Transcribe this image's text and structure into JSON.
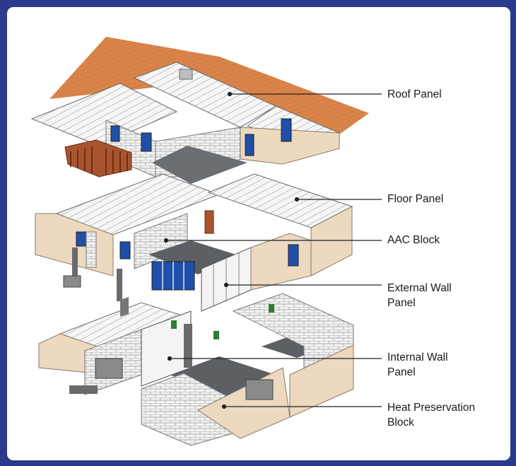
{
  "labels": [
    {
      "id": "roof-panel",
      "lines": [
        "Roof Panel"
      ]
    },
    {
      "id": "floor-panel",
      "lines": [
        "Floor Panel"
      ]
    },
    {
      "id": "aac-block",
      "lines": [
        "AAC Block"
      ]
    },
    {
      "id": "external-wall-panel",
      "lines": [
        "External Wall",
        "Panel"
      ]
    },
    {
      "id": "internal-wall-panel",
      "lines": [
        "Internal Wall",
        "Panel"
      ]
    },
    {
      "id": "heat-preservation-block",
      "lines": [
        "Heat Preservation",
        "Block"
      ]
    }
  ],
  "colors": {
    "frame": "#2a3a8c",
    "roof_tile": "#d9844a",
    "wall_beige": "#ecd9c0",
    "panel_white": "#f4f4f4",
    "floor_slab": "#5c5f63",
    "window_blue": "#1f4fa8",
    "timber": "#a8542f",
    "leader_line": "#222222"
  }
}
